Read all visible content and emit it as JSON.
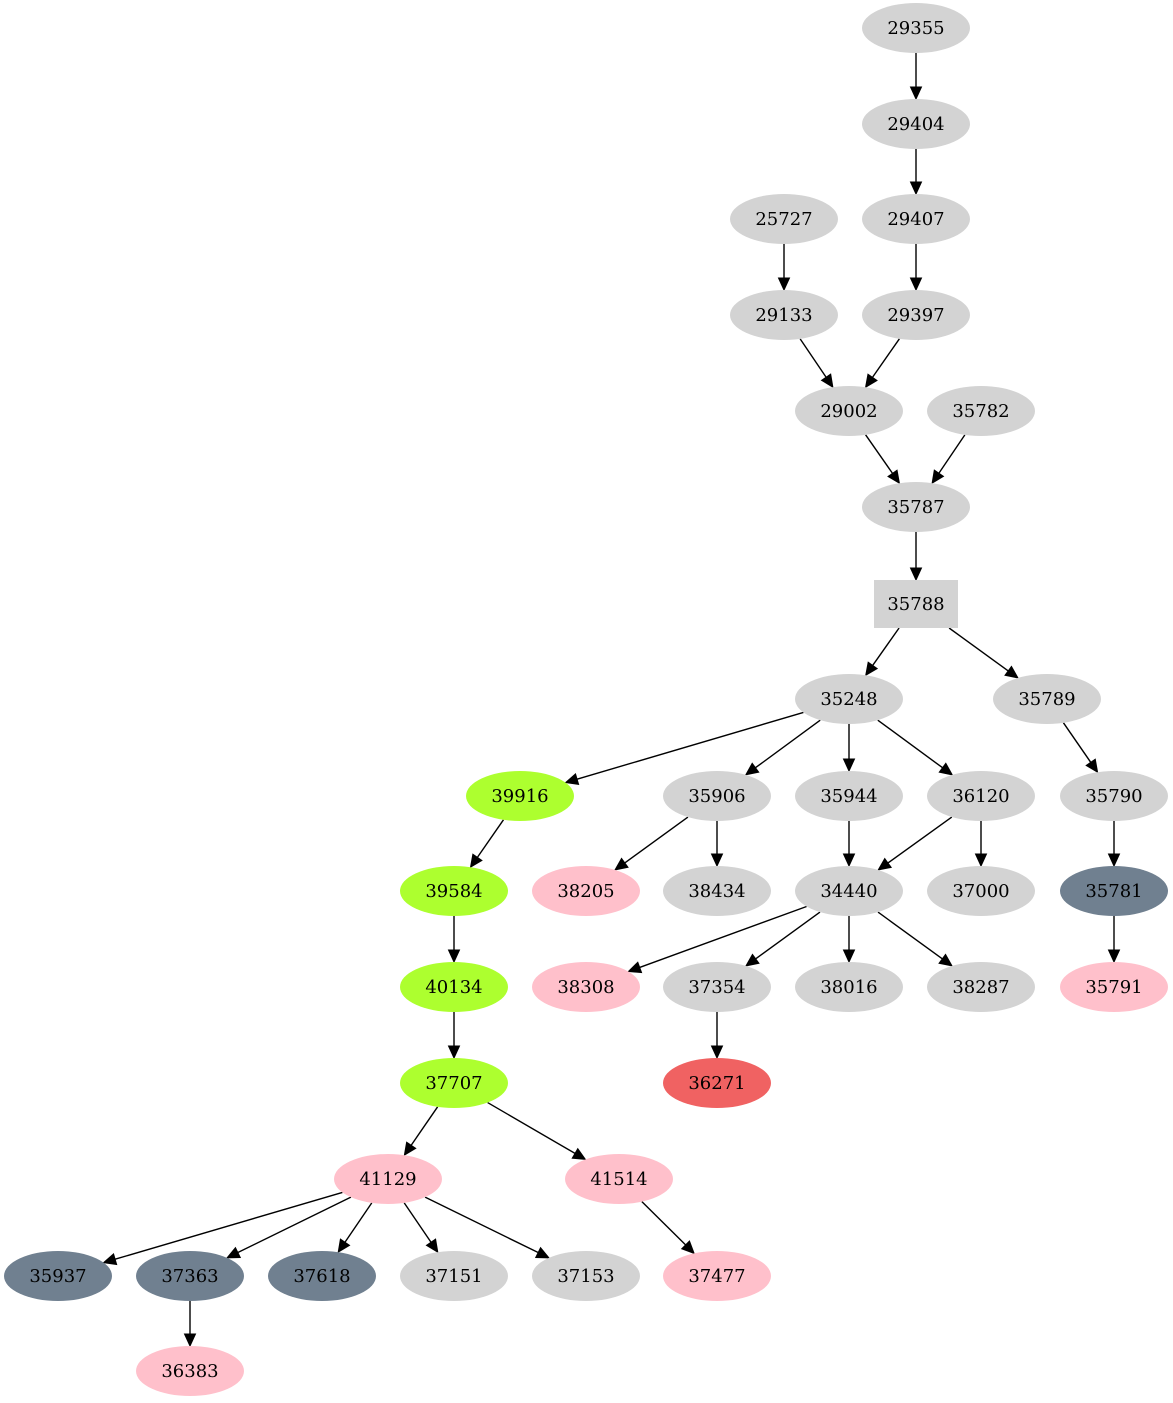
{
  "colors": {
    "default": "#d3d3d3",
    "green": "#adff2f",
    "pink": "#ffc0cb",
    "slate": "#708090",
    "red": "#f06262",
    "edge": "#000000"
  },
  "nodes": [
    {
      "id": "29355",
      "label": "29355",
      "color": "default"
    },
    {
      "id": "29404",
      "label": "29404",
      "color": "default"
    },
    {
      "id": "25727",
      "label": "25727",
      "color": "default"
    },
    {
      "id": "29407",
      "label": "29407",
      "color": "default"
    },
    {
      "id": "29133",
      "label": "29133",
      "color": "default"
    },
    {
      "id": "29397",
      "label": "29397",
      "color": "default"
    },
    {
      "id": "29002",
      "label": "29002",
      "color": "default"
    },
    {
      "id": "35782",
      "label": "35782",
      "color": "default"
    },
    {
      "id": "35787",
      "label": "35787",
      "color": "default"
    },
    {
      "id": "35788",
      "label": "35788",
      "color": "default",
      "shape": "box"
    },
    {
      "id": "35248",
      "label": "35248",
      "color": "default"
    },
    {
      "id": "35789",
      "label": "35789",
      "color": "default"
    },
    {
      "id": "39916",
      "label": "39916",
      "color": "green"
    },
    {
      "id": "35906",
      "label": "35906",
      "color": "default"
    },
    {
      "id": "35944",
      "label": "35944",
      "color": "default"
    },
    {
      "id": "36120",
      "label": "36120",
      "color": "default"
    },
    {
      "id": "35790",
      "label": "35790",
      "color": "default"
    },
    {
      "id": "39584",
      "label": "39584",
      "color": "green"
    },
    {
      "id": "38205",
      "label": "38205",
      "color": "pink"
    },
    {
      "id": "38434",
      "label": "38434",
      "color": "default"
    },
    {
      "id": "34440",
      "label": "34440",
      "color": "default"
    },
    {
      "id": "37000",
      "label": "37000",
      "color": "default"
    },
    {
      "id": "35781",
      "label": "35781",
      "color": "slate"
    },
    {
      "id": "40134",
      "label": "40134",
      "color": "green"
    },
    {
      "id": "38308",
      "label": "38308",
      "color": "pink"
    },
    {
      "id": "37354",
      "label": "37354",
      "color": "default"
    },
    {
      "id": "38016",
      "label": "38016",
      "color": "default"
    },
    {
      "id": "38287",
      "label": "38287",
      "color": "default"
    },
    {
      "id": "35791",
      "label": "35791",
      "color": "pink"
    },
    {
      "id": "37707",
      "label": "37707",
      "color": "green"
    },
    {
      "id": "36271",
      "label": "36271",
      "color": "red"
    },
    {
      "id": "41129",
      "label": "41129",
      "color": "pink"
    },
    {
      "id": "41514",
      "label": "41514",
      "color": "pink"
    },
    {
      "id": "35937",
      "label": "35937",
      "color": "slate"
    },
    {
      "id": "37363",
      "label": "37363",
      "color": "slate"
    },
    {
      "id": "37618",
      "label": "37618",
      "color": "slate"
    },
    {
      "id": "37151",
      "label": "37151",
      "color": "default"
    },
    {
      "id": "37153",
      "label": "37153",
      "color": "default"
    },
    {
      "id": "37477",
      "label": "37477",
      "color": "pink"
    },
    {
      "id": "36383",
      "label": "36383",
      "color": "pink"
    }
  ],
  "edges": [
    {
      "from": "29355",
      "to": "29404"
    },
    {
      "from": "29404",
      "to": "29407"
    },
    {
      "from": "25727",
      "to": "29133"
    },
    {
      "from": "29407",
      "to": "29397"
    },
    {
      "from": "29133",
      "to": "29002"
    },
    {
      "from": "29397",
      "to": "29002"
    },
    {
      "from": "29002",
      "to": "35787"
    },
    {
      "from": "35782",
      "to": "35787"
    },
    {
      "from": "35787",
      "to": "35788"
    },
    {
      "from": "35788",
      "to": "35248"
    },
    {
      "from": "35788",
      "to": "35789"
    },
    {
      "from": "35248",
      "to": "39916"
    },
    {
      "from": "35248",
      "to": "35906"
    },
    {
      "from": "35248",
      "to": "35944"
    },
    {
      "from": "35248",
      "to": "36120"
    },
    {
      "from": "35789",
      "to": "35790"
    },
    {
      "from": "39916",
      "to": "39584"
    },
    {
      "from": "35906",
      "to": "38205"
    },
    {
      "from": "35906",
      "to": "38434"
    },
    {
      "from": "35944",
      "to": "34440"
    },
    {
      "from": "36120",
      "to": "34440"
    },
    {
      "from": "36120",
      "to": "37000"
    },
    {
      "from": "35790",
      "to": "35781"
    },
    {
      "from": "39584",
      "to": "40134"
    },
    {
      "from": "34440",
      "to": "38308"
    },
    {
      "from": "34440",
      "to": "37354"
    },
    {
      "from": "34440",
      "to": "38016"
    },
    {
      "from": "34440",
      "to": "38287"
    },
    {
      "from": "35781",
      "to": "35791"
    },
    {
      "from": "40134",
      "to": "37707"
    },
    {
      "from": "37354",
      "to": "36271"
    },
    {
      "from": "37707",
      "to": "41129"
    },
    {
      "from": "37707",
      "to": "41514"
    },
    {
      "from": "41129",
      "to": "35937"
    },
    {
      "from": "41129",
      "to": "37363"
    },
    {
      "from": "41129",
      "to": "37618"
    },
    {
      "from": "41129",
      "to": "37151"
    },
    {
      "from": "41129",
      "to": "37153"
    },
    {
      "from": "41514",
      "to": "37477"
    },
    {
      "from": "37363",
      "to": "36383"
    }
  ]
}
